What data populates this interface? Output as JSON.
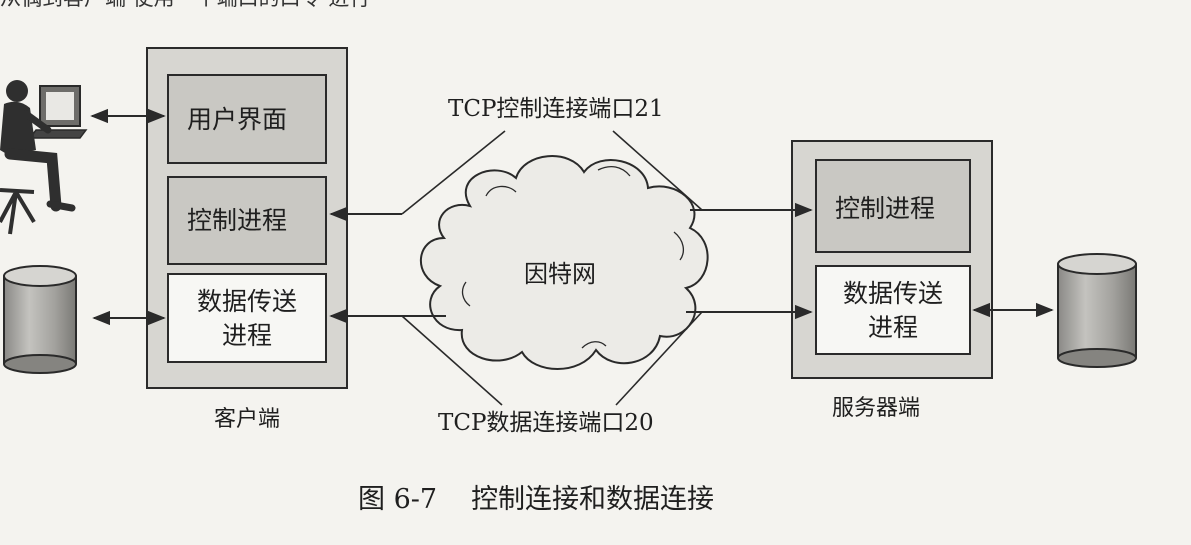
{
  "top_cut_text": "从偶到客户端  使用一个端口的口令  进行",
  "client": {
    "label": "客户端",
    "user_interface": "用户界面",
    "control_process": "控制进程",
    "data_transfer_line1": "数据传送",
    "data_transfer_line2": "进程"
  },
  "server": {
    "label": "服务器端",
    "control_process": "控制进程",
    "data_transfer_line1": "数据传送",
    "data_transfer_line2": "进程"
  },
  "network": {
    "label": "因特网",
    "control_connection": "TCP控制连接端口21",
    "data_connection": "TCP数据连接端口20"
  },
  "caption": {
    "number": "图 6-7",
    "title": "控制连接和数据连接"
  },
  "colors": {
    "outer_box_fill": "#d7d6d1",
    "gray_box_fill": "#c9c8c3",
    "white_box_fill": "#f7f7f4",
    "line": "#2a2a2a"
  }
}
